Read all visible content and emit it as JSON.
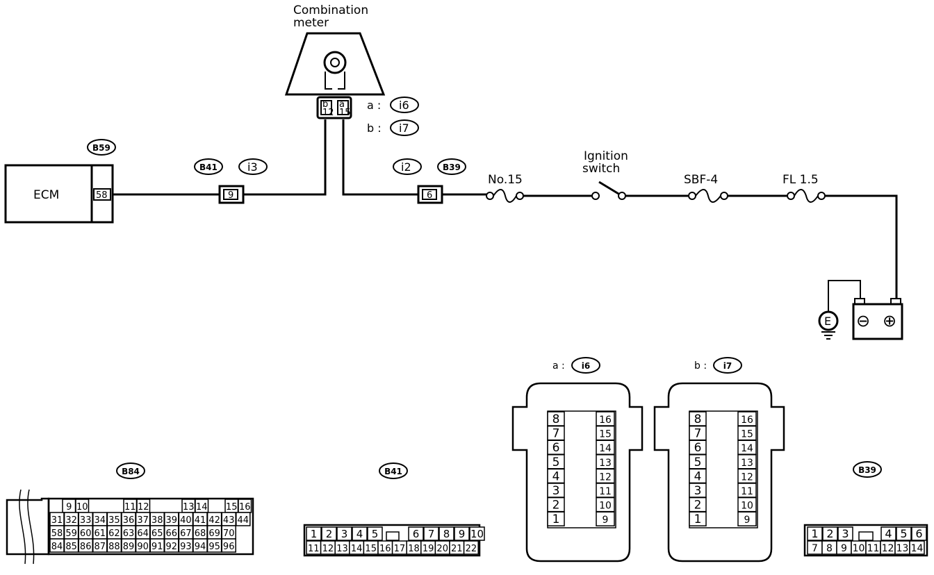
{
  "labels": {
    "combination_meter_1": "Combination",
    "combination_meter_2": "meter",
    "ecm": "ECM",
    "ecm_connector": "B59",
    "ecm_pin": "58",
    "conn_b41": "B41",
    "conn_i3": "i3",
    "pin_b41_i3": "9",
    "conn_i2": "i2",
    "conn_b39": "B39",
    "pin_i2_b39": "6",
    "fuse_no15": "No.15",
    "ignition_1": "Ignition",
    "ignition_2": "switch",
    "sbf": "SBF-4",
    "fl": "FL 1.5",
    "meter_a_key": "a :",
    "meter_a_conn": "i6",
    "meter_b_key": "b :",
    "meter_b_conn": "i7",
    "meter_pin_a": "a",
    "meter_pin_a_num": "15",
    "meter_pin_b": "b",
    "meter_pin_b_num": "12",
    "ground": "E",
    "batt_neg": "⊖",
    "batt_pos": "⊕"
  },
  "connector_views": {
    "b84": {
      "title": "B84",
      "row1": [
        "9",
        "10",
        "11",
        "12",
        "13",
        "14",
        "15",
        "16"
      ],
      "row2": [
        "31",
        "32",
        "33",
        "34",
        "35",
        "36",
        "37",
        "38",
        "39",
        "40",
        "41",
        "42",
        "43",
        "44"
      ],
      "row3": [
        "58",
        "59",
        "60",
        "61",
        "62",
        "63",
        "64",
        "65",
        "66",
        "67",
        "68",
        "69",
        "70"
      ],
      "row4": [
        "84",
        "85",
        "86",
        "87",
        "88",
        "89",
        "90",
        "91",
        "92",
        "93",
        "94",
        "95",
        "96"
      ]
    },
    "b41": {
      "title": "B41",
      "top": [
        "1",
        "2",
        "3",
        "4",
        "5",
        "6",
        "7",
        "8",
        "9",
        "10"
      ],
      "bottom": [
        "11",
        "12",
        "13",
        "14",
        "15",
        "16",
        "17",
        "18",
        "19",
        "20",
        "21",
        "22"
      ]
    },
    "i6": {
      "key": "a :",
      "title": "i6",
      "left": [
        "8",
        "7",
        "6",
        "5",
        "4",
        "3",
        "2",
        "1"
      ],
      "right": [
        "16",
        "15",
        "14",
        "13",
        "12",
        "11",
        "10",
        "9"
      ]
    },
    "i7": {
      "key": "b :",
      "title": "i7",
      "left": [
        "8",
        "7",
        "6",
        "5",
        "4",
        "3",
        "2",
        "1"
      ],
      "right": [
        "16",
        "15",
        "14",
        "13",
        "12",
        "11",
        "10",
        "9"
      ]
    },
    "b39": {
      "title": "B39",
      "top": [
        "1",
        "2",
        "3",
        "4",
        "5",
        "6"
      ],
      "bottom": [
        "7",
        "8",
        "9",
        "10",
        "11",
        "12",
        "13",
        "14"
      ]
    }
  }
}
